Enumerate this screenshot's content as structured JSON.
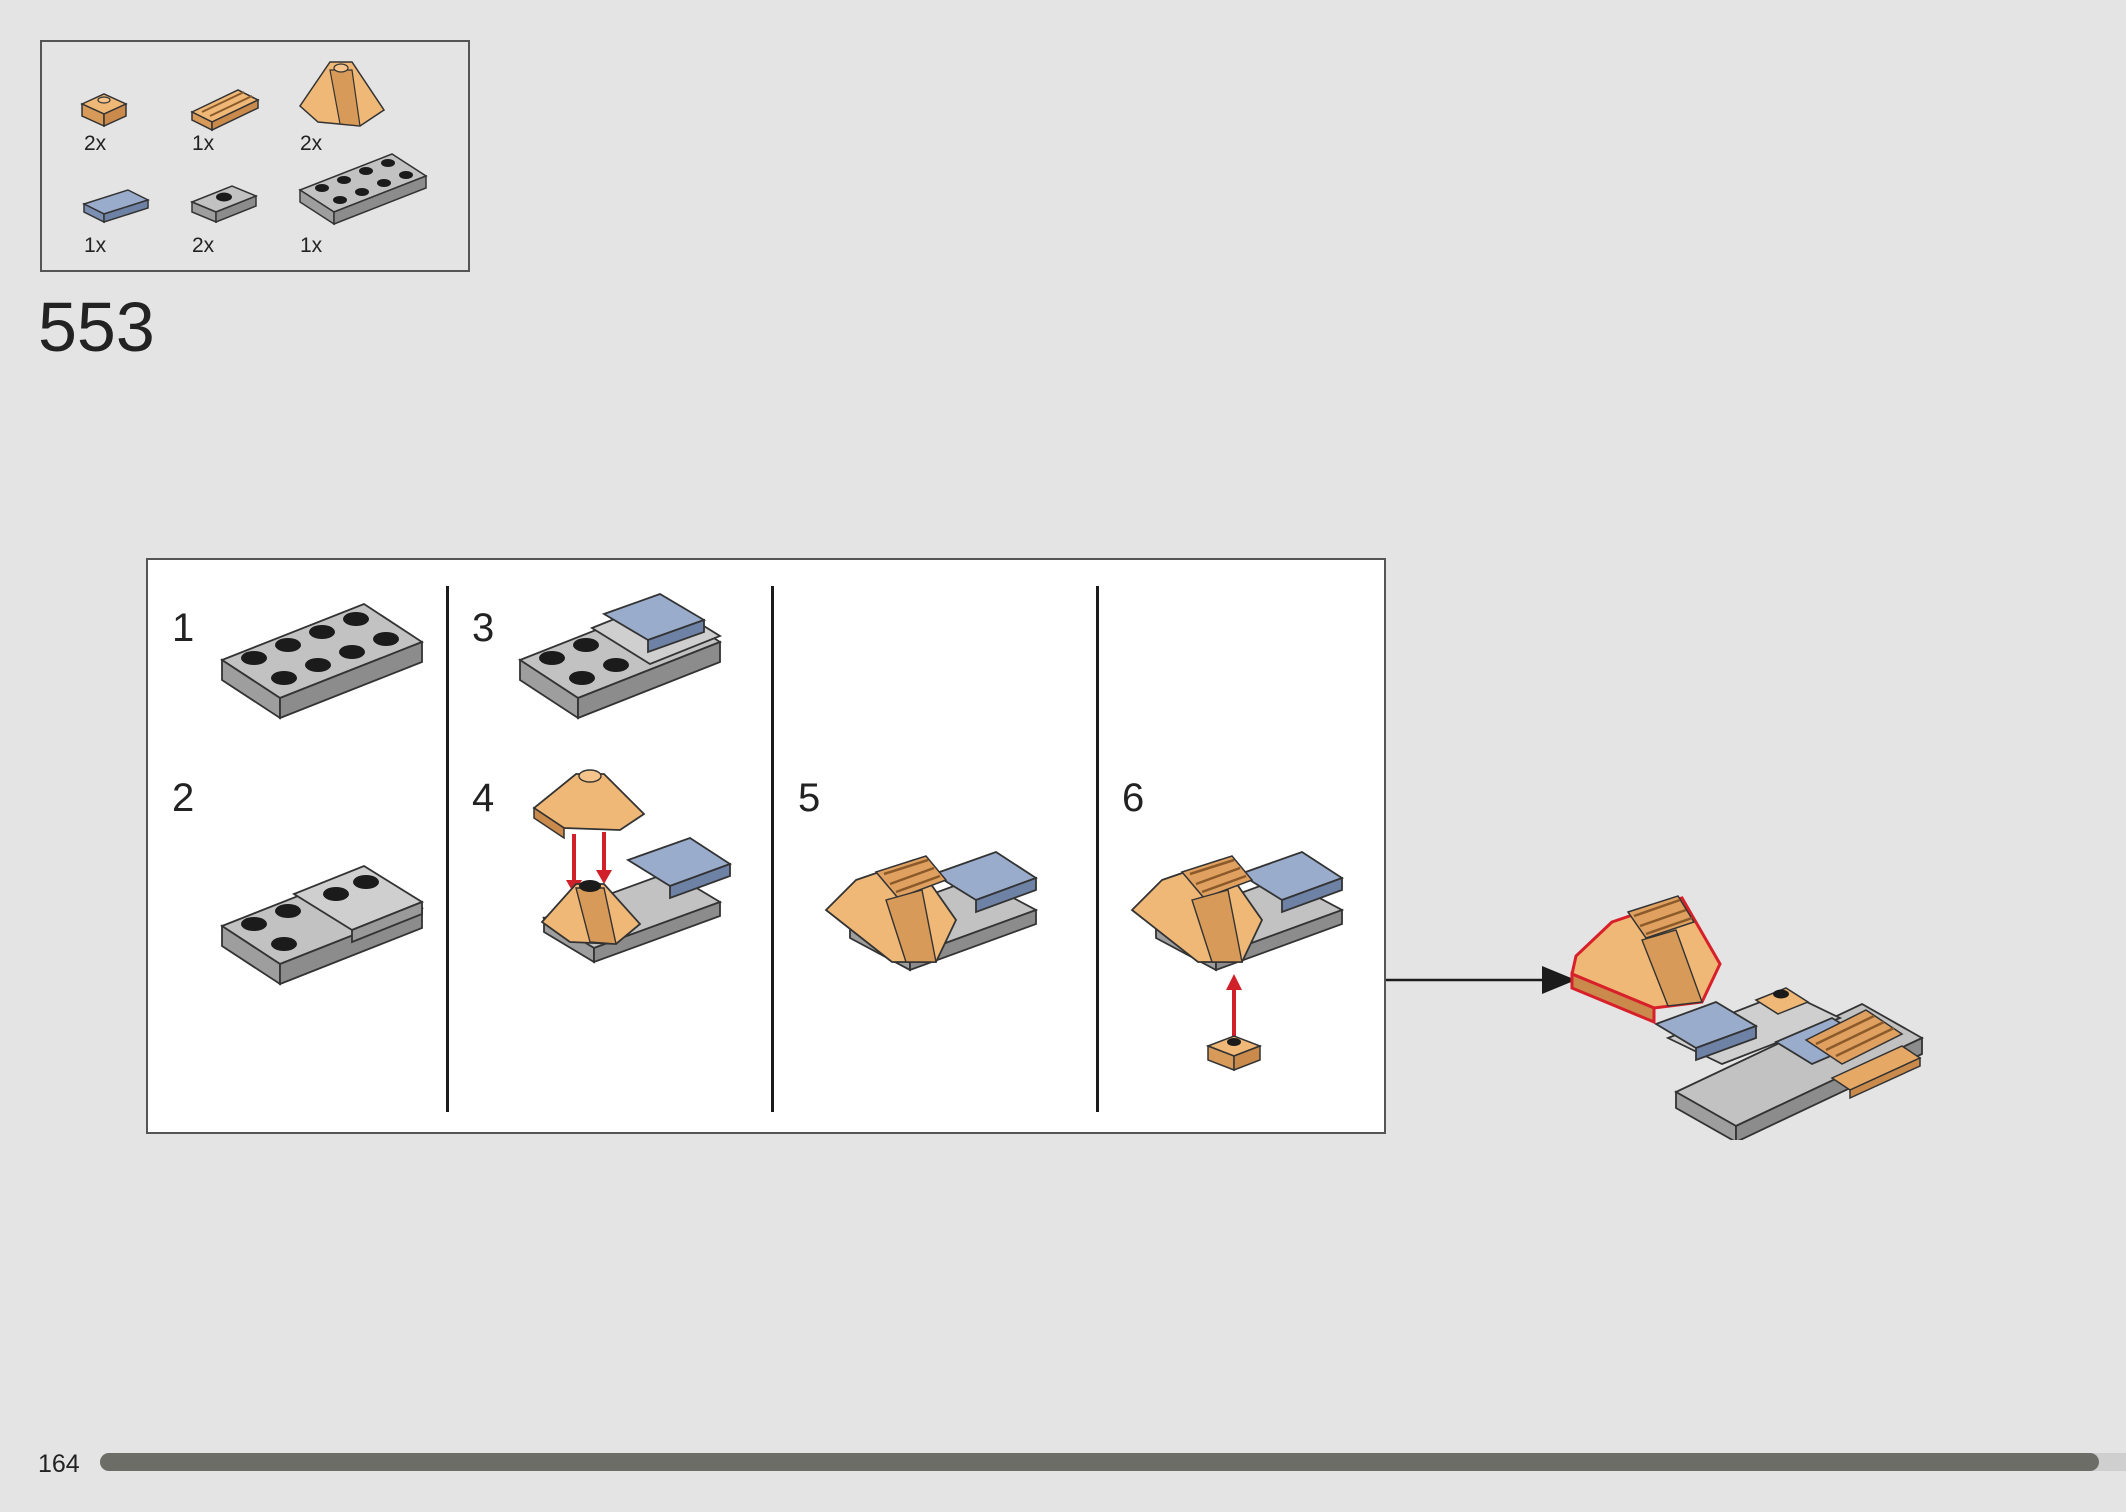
{
  "parts_list": {
    "items": [
      {
        "icon": "tan-plate-1x1-with-stud",
        "qty": "2x"
      },
      {
        "icon": "tan-plate-with-rails",
        "qty": "1x"
      },
      {
        "icon": "tan-wedge-slope",
        "qty": "2x"
      },
      {
        "icon": "blue-tile-1x2",
        "qty": "1x"
      },
      {
        "icon": "gray-jumper-plate-1x2",
        "qty": "2x"
      },
      {
        "icon": "gray-plate-2x4",
        "qty": "1x"
      }
    ]
  },
  "step": {
    "number": "553"
  },
  "substeps": [
    {
      "label": "1"
    },
    {
      "label": "2"
    },
    {
      "label": "3"
    },
    {
      "label": "4"
    },
    {
      "label": "5"
    },
    {
      "label": "6"
    }
  ],
  "footer": {
    "page_number": "164",
    "progress_fraction": 0.98
  },
  "colors": {
    "background": "#e4e4e4",
    "tan": "#e8a865",
    "tan_dark": "#c98a4c",
    "blue": "#8ea1c2",
    "gray": "#b4b4b4",
    "gray_dark": "#8c8c8c",
    "stud": "#1b1b1b",
    "highlight": "#d8202a",
    "arrow": "#d0202a"
  }
}
